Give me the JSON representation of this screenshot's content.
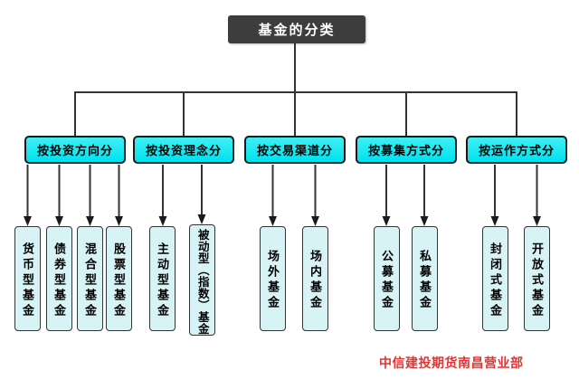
{
  "root": {
    "label": "基金的分类"
  },
  "categories": [
    {
      "label": "按投资方向分",
      "children": [
        {
          "label": "货币型基金"
        },
        {
          "label": "债券型基金"
        },
        {
          "label": "混合型基金"
        },
        {
          "label": "股票型基金"
        }
      ]
    },
    {
      "label": "按投资理念分",
      "children": [
        {
          "label": "主动型基金"
        },
        {
          "label": "被动型（指数）基金"
        }
      ]
    },
    {
      "label": "按交易渠道分",
      "children": [
        {
          "label": "场外基金"
        },
        {
          "label": "场内基金"
        }
      ]
    },
    {
      "label": "按募集方式分",
      "children": [
        {
          "label": "公募基金"
        },
        {
          "label": "私募基金"
        }
      ]
    },
    {
      "label": "按运作方式分",
      "children": [
        {
          "label": "封闭式基金"
        },
        {
          "label": "开放式基金"
        }
      ]
    }
  ],
  "footer": {
    "watermark": "中信建投期货南昌营业部"
  },
  "colors": {
    "root_fill": "#3d3d3d",
    "category_fill": "#00e2ec",
    "leaf_fill": "#d8f3f5",
    "line": "#333333",
    "watermark_text": "#e53232"
  }
}
